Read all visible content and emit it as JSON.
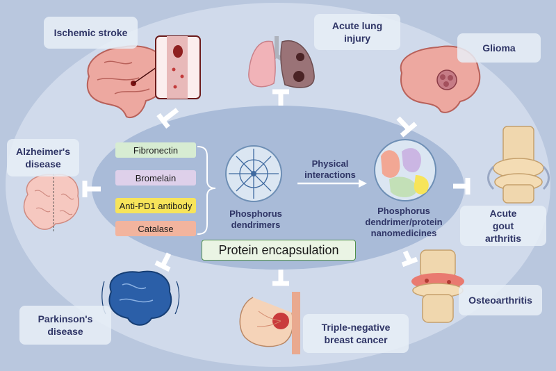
{
  "colors": {
    "background": "#b9c7de",
    "outer_ring": "#cfd9ea",
    "inner_ellipse": "#a9bbd8",
    "label_text": "#2f3566",
    "fibronectin": "#d7ecd2",
    "bromelain": "#ded0ea",
    "anti_pd1": "#f7e45a",
    "catalase": "#f2b49e"
  },
  "diseases": {
    "ischemic_stroke": "Ischemic stroke",
    "acute_lung_injury": "Acute lung injury",
    "glioma": "Glioma",
    "alzheimers": "Alzheimer's disease",
    "acute_gout_arthritis": "Acute gout arthritis",
    "parkinsons": "Parkinson's disease",
    "triple_negative_breast_cancer": "Triple-negative breast cancer",
    "osteoarthritis": "Osteoarthritis"
  },
  "proteins": {
    "fibronectin": "Fibronectin",
    "bromelain": "Bromelain",
    "anti_pd1": "Anti-PD1 antibody",
    "catalase": "Catalase"
  },
  "center": {
    "dendrimers": "Phosphorus dendrimers",
    "interaction": "Physical interactions",
    "nanomedicines": "Phosphorus dendrimer/protein nanomedicines",
    "encapsulation": "Protein encapsulation"
  },
  "icons": [
    "brain-icon",
    "blood-vessel-icon",
    "lungs-icon",
    "glioma-brain-icon",
    "brain-section-icon",
    "knee-joint-icon",
    "gout-joint-icon",
    "breast-tumor-icon",
    "parkinson-brain-icon",
    "dendrimer-icon",
    "nanomedicine-icon",
    "inhibition-arrow-icon"
  ]
}
